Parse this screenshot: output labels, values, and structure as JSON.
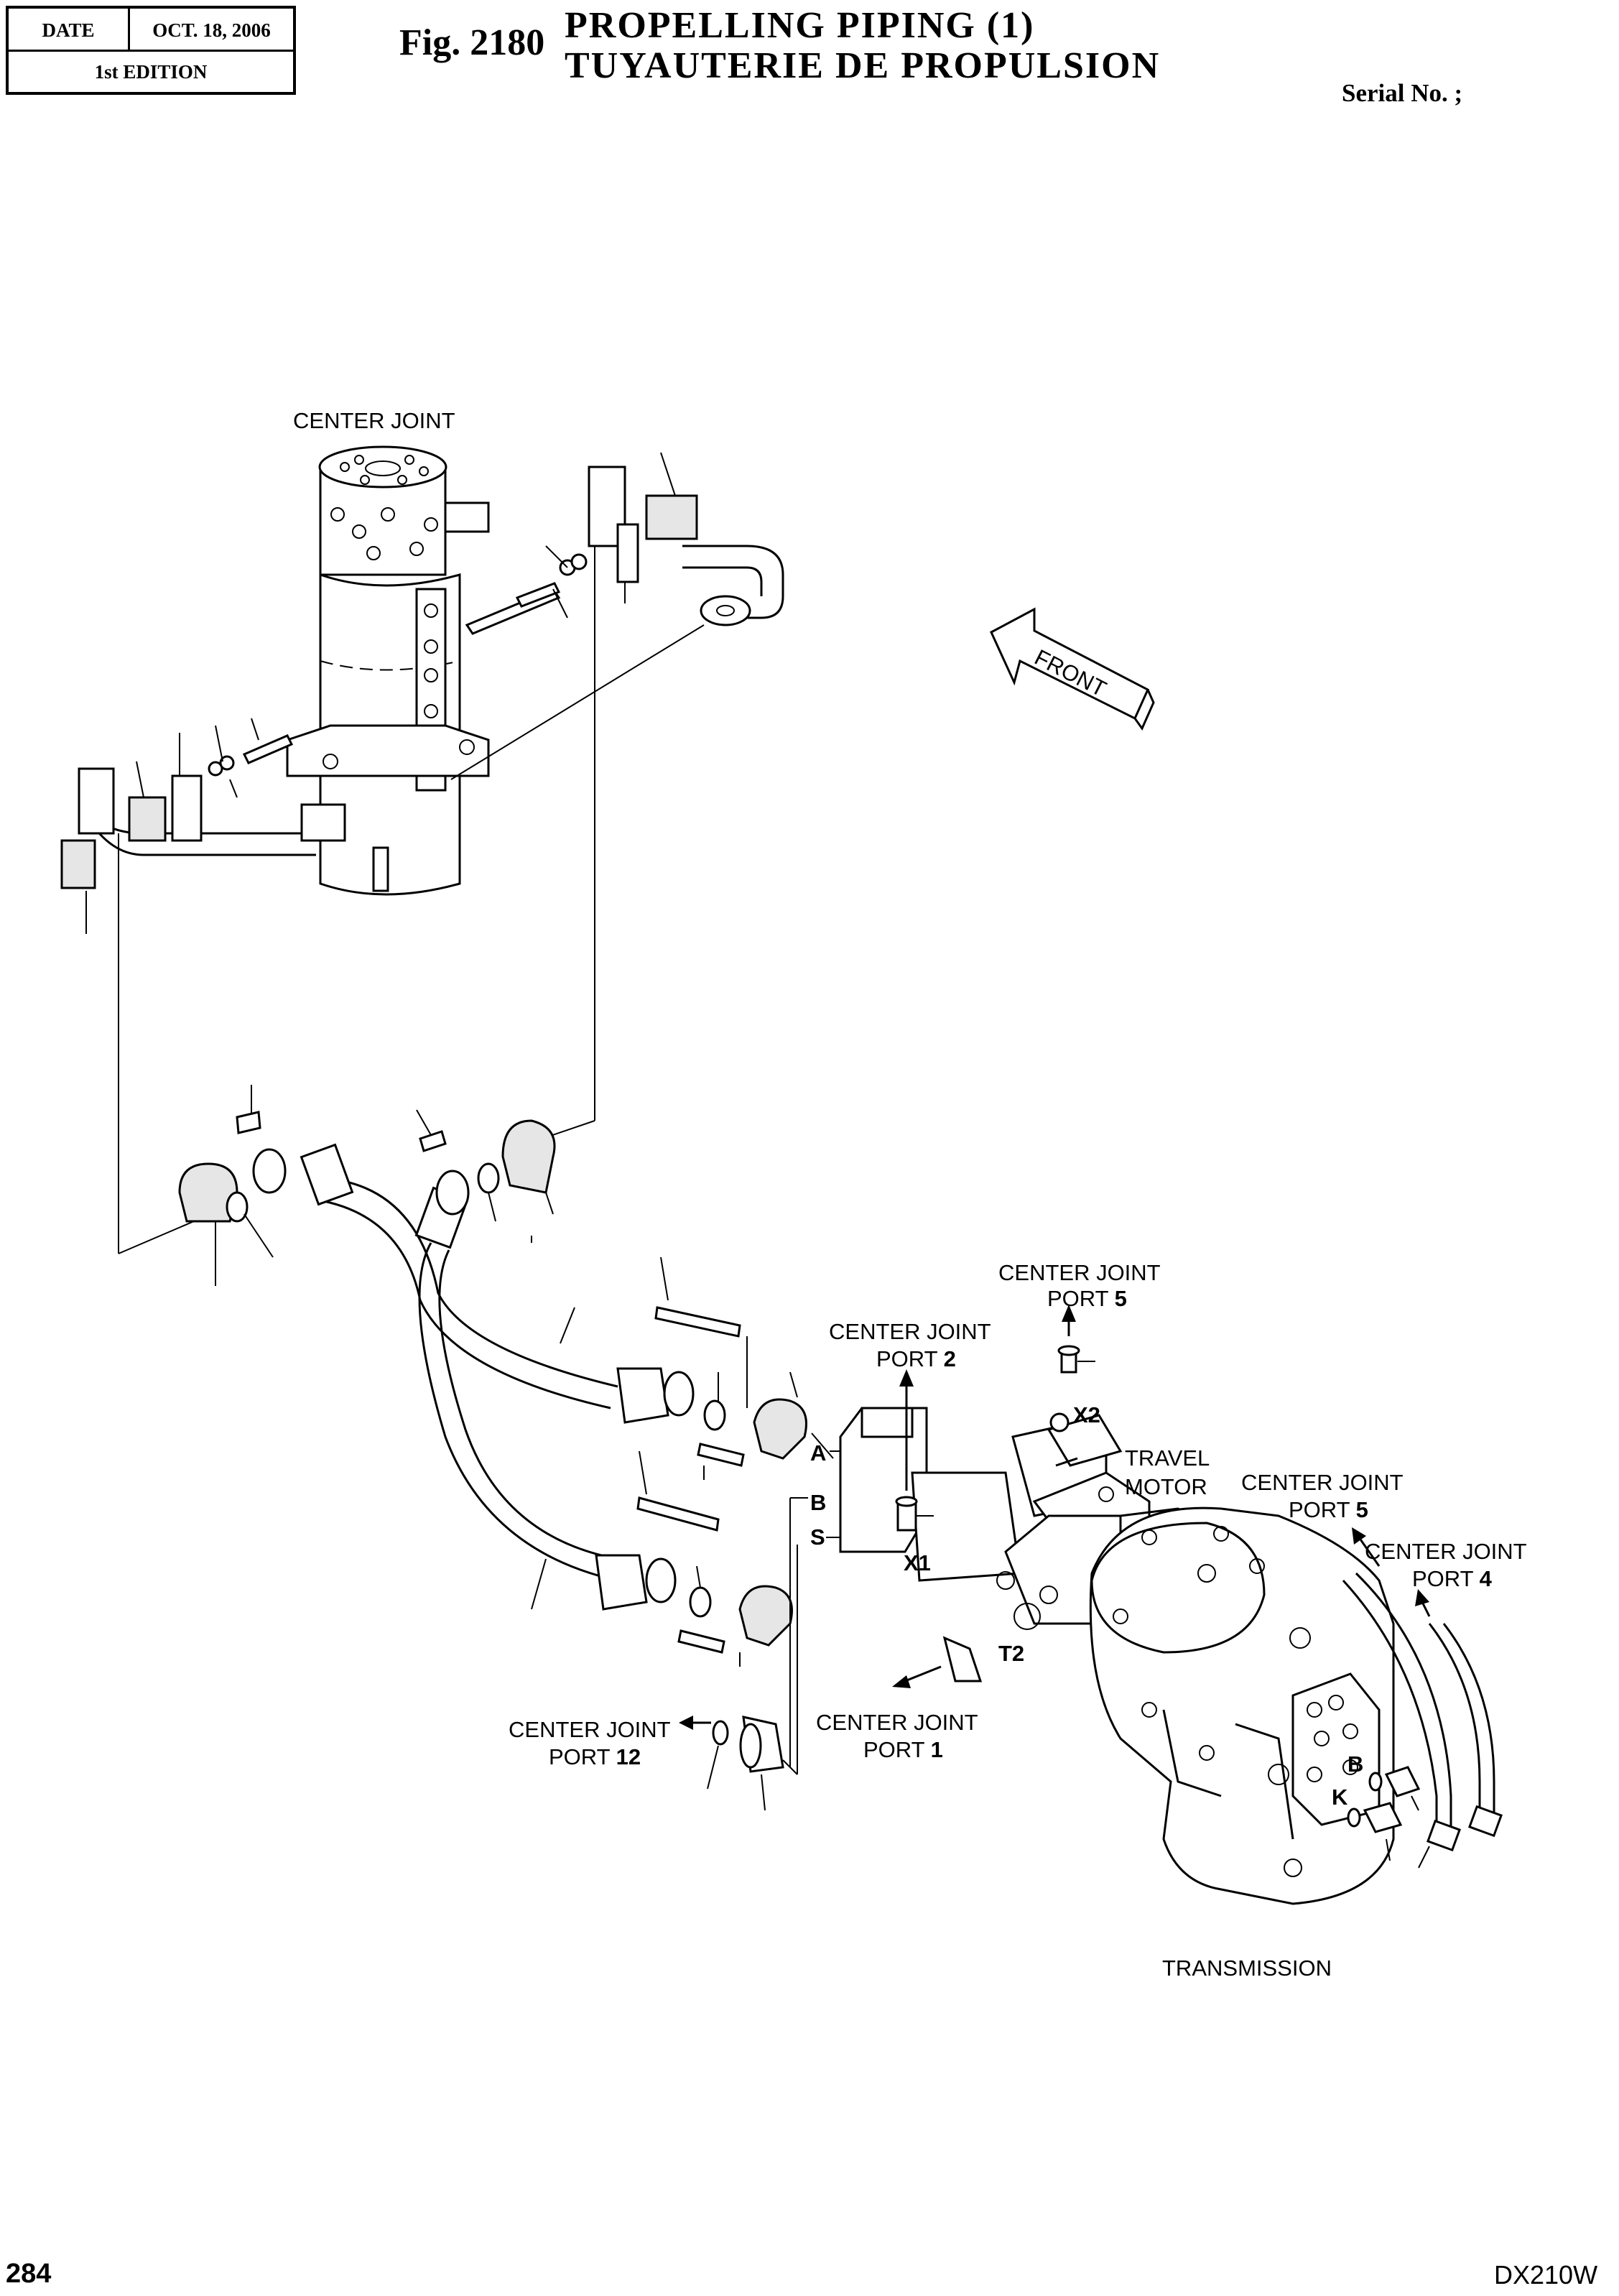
{
  "header": {
    "date_label": "DATE",
    "date_value": "OCT. 18, 2006",
    "edition": "1st EDITION",
    "fig_number": "Fig. 2180",
    "title_en": "PROPELLING PIPING (1)",
    "title_fr": "TUYAUTERIE DE PROPULSION",
    "serial": "Serial No. ;"
  },
  "footer": {
    "page": "284",
    "model": "DX210W"
  },
  "labels": {
    "center_joint": "CENTER JOINT",
    "front": "FRONT",
    "cj_port5_top_l1": "CENTER JOINT",
    "cj_port5_top_l2": "PORT ",
    "cj_port5_top_n": "5",
    "cj_port2_l1": "CENTER JOINT",
    "cj_port2_l2": "PORT ",
    "cj_port2_n": "2",
    "x2": "X2",
    "x1": "X1",
    "t2": "T2",
    "travel_motor_l1": "TRAVEL",
    "travel_motor_l2": "MOTOR",
    "cj_port5_r_l1": "CENTER JOINT",
    "cj_port5_r_l2": "PORT ",
    "cj_port5_r_n": "5",
    "cj_port4_l1": "CENTER JOINT",
    "cj_port4_l2": "PORT ",
    "cj_port4_n": "4",
    "port_a": "A",
    "port_b": "B",
    "port_s": "S",
    "cj_port1_l1": "CENTER JOINT",
    "cj_port1_l2": "PORT ",
    "cj_port1_n": "1",
    "cj_port12_l1": "CENTER JOINT",
    "cj_port12_l2": "PORT ",
    "cj_port12_n": "12",
    "trans_b": "B",
    "trans_k": "K",
    "transmission": "TRANSMISSION"
  }
}
